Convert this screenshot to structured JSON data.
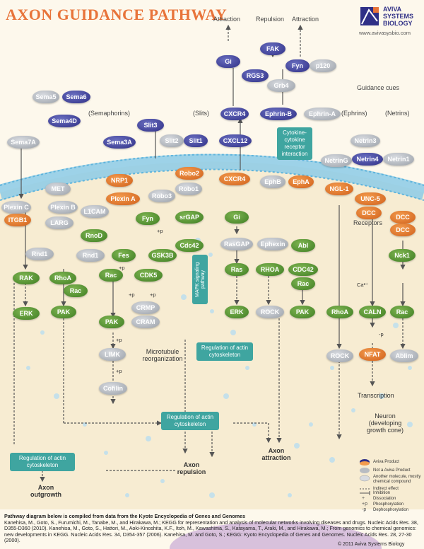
{
  "title": "AXON GUIDANCE PATHWAY",
  "logo": {
    "line1": "AVIVA",
    "line2": "SYSTEMS",
    "line3": "BIOLOGY",
    "url": "www.avivasysbio.com"
  },
  "headers": {
    "attraction1": "Attraction",
    "repulsion": "Repulsion",
    "attraction2": "Attraction",
    "guidance_cues": "Guidance cues",
    "semaphorins": "(Semaphorins)",
    "slits": "(Slits)",
    "ephrins": "(Ephrins)",
    "netrins": "(Netrins)",
    "receptors": "Receptors"
  },
  "nodes": {
    "sema5": "Sema5",
    "sema6": "Sema6",
    "sema4d": "Sema4D",
    "sema7a": "Sema7A",
    "sema3a": "Sema3A",
    "slit3": "Slit3",
    "slit2": "Slit2",
    "slit1": "Slit1",
    "cxcl12": "CXCL12",
    "cxcr4_top": "CXCR4",
    "ephrin_b": "Ephrin-B",
    "ephrin_a": "Ephrin-A",
    "gi_top": "Gi",
    "rgs3": "RGS3",
    "fak": "FAK",
    "grb4": "Grb4",
    "fyn_top": "Fyn",
    "p120": "p120",
    "netring": "NetrinG",
    "netrin3": "Netrin3",
    "netrin4": "Netrin4",
    "netrin1": "Netrin1",
    "met": "MET",
    "plexin_c": "Plexin C",
    "plexin_b": "Plexin B",
    "itgb1": "ITGB1",
    "l1cam": "L1CAM",
    "nrp1": "NRP1",
    "plexin_a": "Plexin A",
    "robo2": "Robo2",
    "robo3": "Robo3",
    "robo1": "Robo1",
    "cxcr4": "CXCR4",
    "ephb": "EphB",
    "epha": "EphA",
    "ngl1": "NGL-1",
    "unc5": "UNC-5",
    "dcc1": "DCC",
    "dcc2": "DCC",
    "dcc3": "DCC",
    "larg": "LARG",
    "rnd1a": "Rnd1",
    "rnd1b": "Rnd1",
    "rnod": "RnoD",
    "fyn": "Fyn",
    "srgap": "srGAP",
    "gi": "Gi",
    "cdc42a": "Cdc42",
    "rasgap": "RasGAP",
    "ephexin": "Ephexin",
    "abl": "Abl",
    "fes": "Fes",
    "gsk3b": "GSK3B",
    "rak": "RAK",
    "rhoa1": "RhoA",
    "rac1": "Rac",
    "rac2": "Rac",
    "cdk5": "CDK5",
    "ras": "Ras",
    "rhoa2": "RHOA",
    "cdc42b": "CDC42",
    "rac3": "Rac",
    "erk1": "ERK",
    "pak1": "PAK",
    "crmp": "CRMP",
    "cram": "CRAM",
    "erk2": "ERK",
    "rock1": "ROCK",
    "pak3": "PAK",
    "pak2": "PAK",
    "limk": "LIMK",
    "cofilin": "Cofilin",
    "nck1": "Nck1",
    "rhoa3": "RhoA",
    "caln": "CALN",
    "rac4": "Rac",
    "rock2": "ROCK",
    "nfat": "NFAT",
    "ablim": "Ablim"
  },
  "boxes": {
    "cytokine": "Cytokine-cytokine receptor interaction",
    "mapk": "MAPK signaling pathway",
    "reg1": "Regulation of actin cytoskeleton",
    "reg2": "Regulation of actin cytoskeleton",
    "reg3": "Regulation of actin cytoskeleton"
  },
  "labels": {
    "microtubule": "Microtubule reorganization",
    "transcription": "Transcription",
    "neuron": "Neuron (developing growth cone)",
    "axon_attraction": "Axon attraction",
    "axon_repulsion": "Axon repulsion",
    "axon_outgrowth": "Axon outgrowth",
    "ca": "Ca²⁺",
    "plus_p": "+p",
    "minus_p": "-p"
  },
  "legend": {
    "aviva": "Aviva Product",
    "not_aviva": "Not a Aviva Product",
    "another": "Another molecule, mostly chemical compound",
    "indirect": "Indirect effect",
    "inhibition": "Inhibition",
    "dissociation": "Dissociation",
    "phosphorylation": "Phosphorylation",
    "dephosphorylation": "Dephosphorylation"
  },
  "footer": {
    "heading": "Pathway diagram below is compiled from data from the Kyote Encyclopedia of Genes and Genomes",
    "refs": "Kanehisa, M., Goto, S., Furumichi, M., Tanabe, M., and Hirakawa, M.; KEGG for representation and analysis of molecular networks involving diseases and drugs. Nucleic Acids Res. 38, D355-D360 (2010). Kanehisa, M., Goto, S., Hattori, M., Aoki-Kinoshita, K.F., Itoh, M., Kawashima, S., Katayama, T., Araki, M., and Hirakawa, M.; From genomics to chemical genomics: new developments in KEGG. Nucleic Acids Res. 34, D354-357 (2006). Kanehisa, M. and Goto, S.; KEGG: Kyoto Encyclopedia of Genes and Genomes. Nucleic Acids Res. 28, 27-30 (2000).",
    "copyright": "© 2011 Aviva Systems Biology"
  },
  "colors": {
    "title": "#e8743a",
    "aviva_product": "#2f2f86",
    "not_aviva": "#9aa0a8",
    "receptor": "#d0601b",
    "signal": "#3e7d22",
    "box": "#3fa5a0",
    "membrane": "#8ccbe8"
  }
}
